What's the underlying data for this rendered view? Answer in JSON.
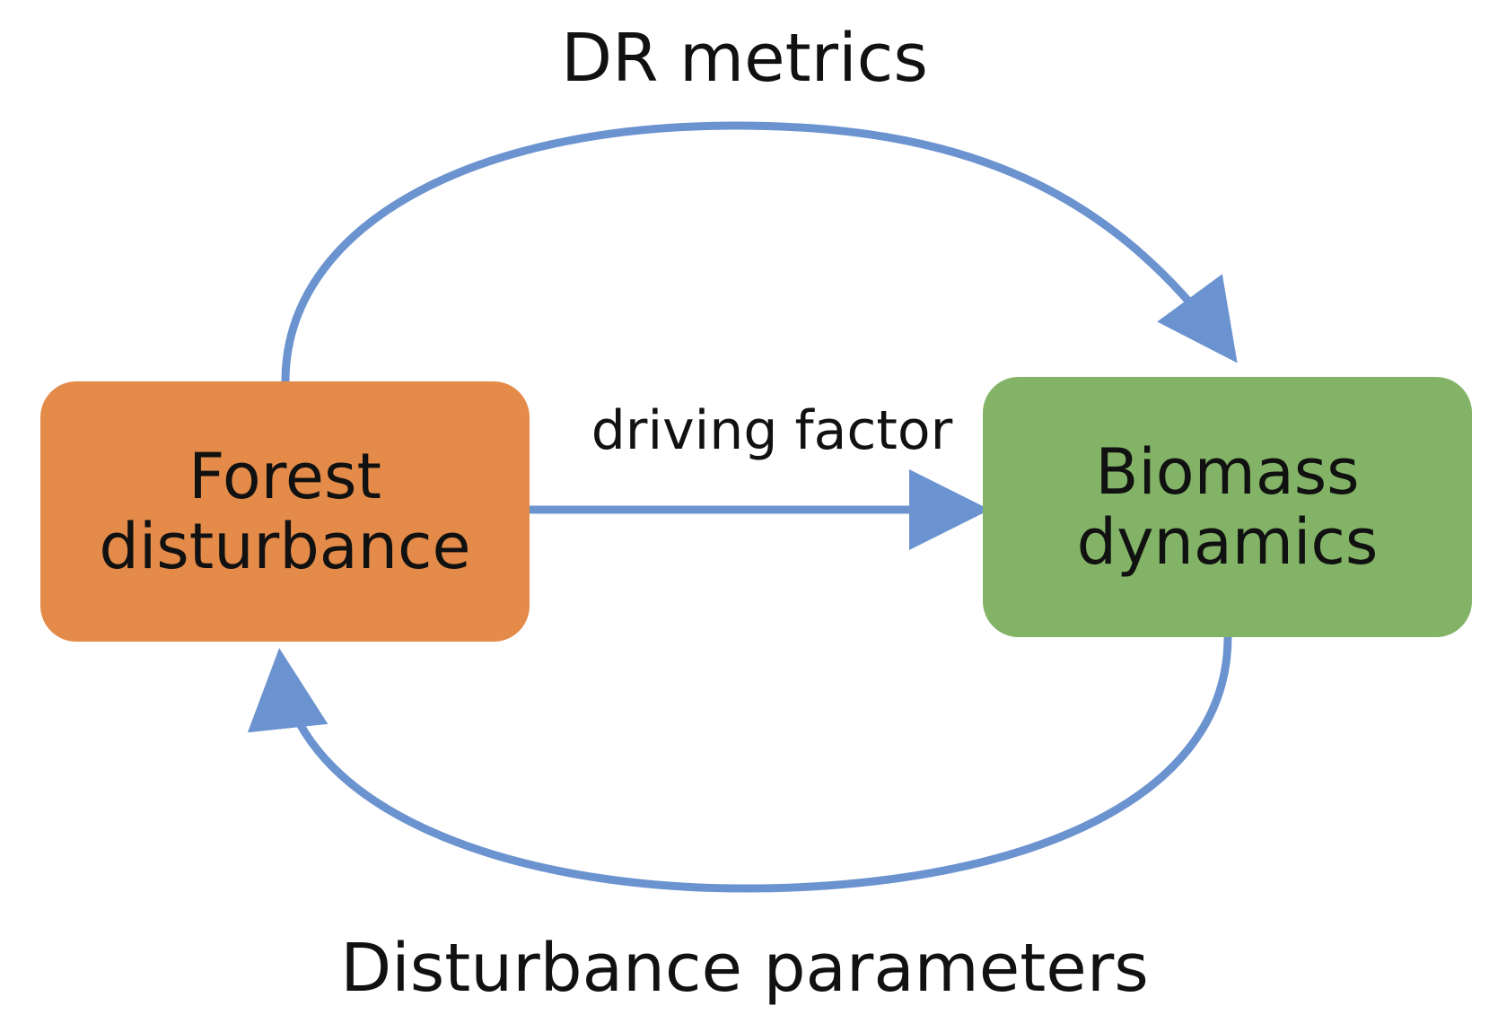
{
  "nodes": {
    "forest": {
      "line1": "Forest",
      "line2": "disturbance",
      "color": "#E48B49"
    },
    "biomass": {
      "line1": "Biomass",
      "line2": "dynamics",
      "color": "#82B366"
    }
  },
  "edges": {
    "top": {
      "label": "DR metrics"
    },
    "middle": {
      "label": "driving factor"
    },
    "bottom": {
      "label": "Disturbance parameters"
    }
  },
  "colors": {
    "arrow": "#6B93CF",
    "text": "#111111"
  }
}
